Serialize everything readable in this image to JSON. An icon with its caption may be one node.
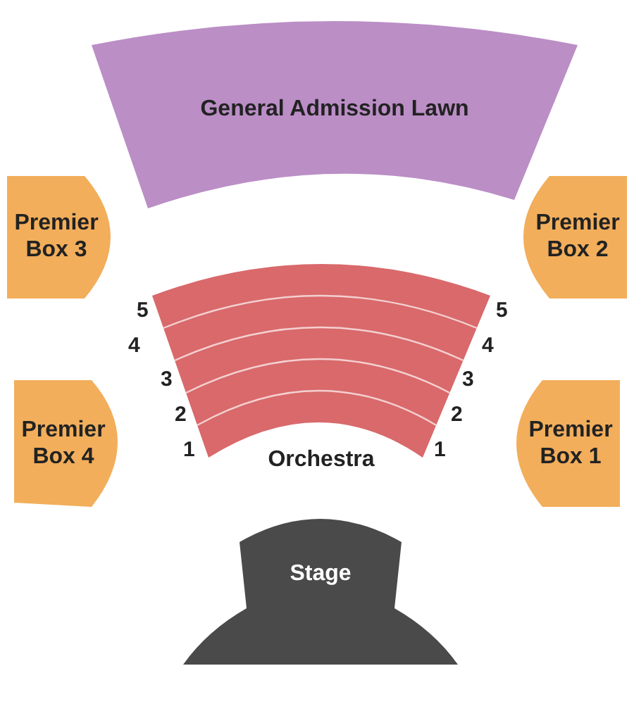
{
  "diagram": {
    "nodes": [
      {
        "text": [
          "General Admission Lawn"
        ]
      },
      {
        "text": [
          "Premier Box 3"
        ]
      },
      {
        "text": [
          "Premier Box 2"
        ]
      },
      {
        "text": [
          "Orchestra"
        ]
      },
      {
        "text": [
          "Premier Box 4"
        ]
      },
      {
        "text": [
          "Premier Box 1"
        ]
      },
      {
        "text": [
          "Stage"
        ]
      }
    ],
    "labels": [
      "5",
      "5",
      "4",
      "4",
      "3",
      "3",
      "2",
      "2",
      "1",
      "1"
    ]
  }
}
